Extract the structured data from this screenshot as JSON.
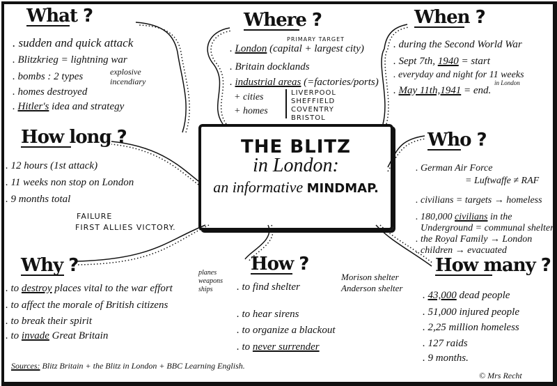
{
  "center": {
    "line1": "THE BLITZ",
    "line2": "in London:",
    "line3a": "an informative",
    "line3b": "MINDMAP."
  },
  "what": {
    "title": "What",
    "q": "?",
    "items": [
      "sudden and quick attack",
      "Blitzkrieg = lightning war",
      "bombs : 2 types",
      "homes destroyed",
      "Hitler's",
      "idea and strategy"
    ],
    "bomb_types": [
      "explosive",
      "incendiary"
    ]
  },
  "where": {
    "title": "Where",
    "q": "?",
    "london": "London",
    "london_note": "(capital + largest city)",
    "london_note_top": "PRIMARY TARGET",
    "items": [
      "Britain docklands",
      "industrial areas",
      "(=factories/ports)"
    ],
    "extra": [
      "+ cities",
      "+ homes"
    ],
    "cities": [
      "LIVERPOOL",
      "SHEFFIELD",
      "COVENTRY",
      "BRISTOL"
    ]
  },
  "when": {
    "title": "When",
    "q": "?",
    "items": [
      "during the Second World War",
      "Sept 7th,",
      "1940",
      "= start",
      "everyday and night for 11 weeks",
      "in London",
      "May 11th,1941",
      "= end."
    ]
  },
  "how_long": {
    "title": "How long",
    "q": "?",
    "items": [
      "12 hours (1st attack)",
      "11 weeks non stop on London",
      "9 months total"
    ],
    "failure": "FAILURE",
    "victory": "FIRST ALLIES VICTORY."
  },
  "who": {
    "title": "Who",
    "q": "?",
    "items": [
      "German Air Force",
      "= Luftwaffe ≠ RAF",
      "civilians = targets → homeless",
      "180,000",
      "civilians",
      "in the",
      "Underground = communal shelter",
      "the Royal Family → London",
      "children → evacuated"
    ]
  },
  "why": {
    "title": "Why",
    "q": "?",
    "items": [
      "to",
      "destroy",
      "places vital to the war effort",
      "to affect the morale of British citizens",
      "to break their spirit",
      "to",
      "invade",
      "Great Britain"
    ],
    "targets": [
      "planes",
      "weapons",
      "ships"
    ]
  },
  "how": {
    "title": "How",
    "q": "?",
    "items": [
      "to find shelter",
      "to hear sirens",
      "to organize a blackout",
      "to",
      "never surrender"
    ],
    "shelters": [
      "Morison shelter",
      "Anderson shelter"
    ]
  },
  "how_many": {
    "title": "How many",
    "q": "?",
    "items": [
      "43,000",
      "dead people",
      "51,000 injured people",
      "2,25 million homeless",
      "127 raids",
      "9 months."
    ]
  },
  "sources": {
    "label": "Sources:",
    "text": "Blitz Britain + the Blitz in London + BBC Learning English."
  },
  "credit": "© Mrs Recht"
}
